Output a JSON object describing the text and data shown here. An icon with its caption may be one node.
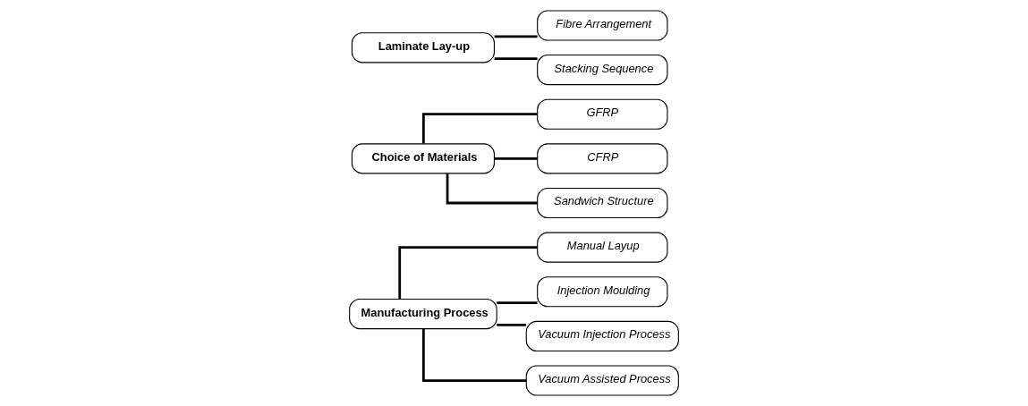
{
  "diagram": {
    "nodes": [
      {
        "text": [
          "Manufacturing Process"
        ]
      },
      {
        "text": [
          "Manual Layup"
        ]
      },
      {
        "text": [
          "Injection Moulding"
        ]
      },
      {
        "text": [
          "Vacuum Injection Process"
        ]
      },
      {
        "text": [
          "Vacuum Assisted Process"
        ]
      },
      {
        "text": [
          "Choice of Materials"
        ]
      },
      {
        "text": [
          "GFRP"
        ]
      },
      {
        "text": [
          "CFRP"
        ]
      },
      {
        "text": [
          "Sandwich Structure"
        ]
      },
      {
        "text": [
          "Laminate Lay-up"
        ]
      },
      {
        "text": [
          "Fibre Arrangement"
        ]
      },
      {
        "text": [
          "Stacking Sequence"
        ]
      }
    ],
    "edges": [
      {
        "from": 0,
        "to": 1,
        "arrow": "none"
      },
      {
        "from": 0,
        "to": 2,
        "arrow": "none"
      },
      {
        "from": 0,
        "to": 3,
        "arrow": "none"
      },
      {
        "from": 0,
        "to": 4,
        "arrow": "none"
      },
      {
        "from": 5,
        "to": 6,
        "arrow": "none"
      },
      {
        "from": 5,
        "to": 7,
        "arrow": "none"
      },
      {
        "from": 5,
        "to": 8,
        "arrow": "none"
      },
      {
        "from": 9,
        "to": 10,
        "arrow": "none"
      },
      {
        "from": 9,
        "to": 11,
        "arrow": "none"
      }
    ]
  }
}
